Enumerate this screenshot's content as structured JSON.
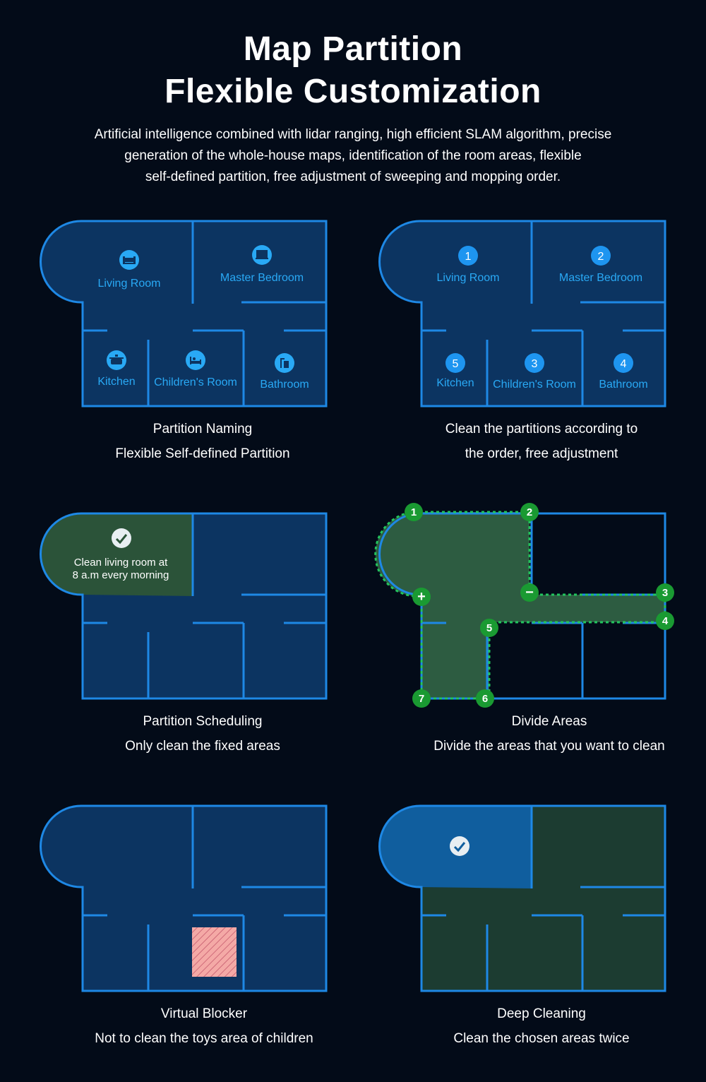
{
  "header": {
    "title_line1": "Map Partition",
    "title_line2": "Flexible Customization",
    "intro_lines": [
      "Artificial intelligence combined with lidar ranging, high efficient SLAM algorithm, precise",
      "generation of the whole-house maps, identification of the room areas, flexible",
      "self-defined partition, free adjustment of sweeping and mopping order."
    ]
  },
  "panels": {
    "naming": {
      "rooms": {
        "living_room": "Living Room",
        "master_bedroom": "Master Bedroom",
        "kitchen": "Kitchen",
        "childrens_room": "Children's Room",
        "bathroom": "Bathroom"
      },
      "caption_title": "Partition Naming",
      "caption_sub": "Flexible Self-defined Partition"
    },
    "order": {
      "rooms": {
        "living_room": "Living Room",
        "master_bedroom": "Master Bedroom",
        "kitchen": "Kitchen",
        "childrens_room": "Children's Room",
        "bathroom": "Bathroom"
      },
      "order_numbers": {
        "living_room": "1",
        "master_bedroom": "2",
        "childrens_room": "3",
        "bathroom": "4",
        "kitchen": "5"
      },
      "caption_title": "Clean the partitions according to",
      "caption_sub": "the order, free adjustment"
    },
    "scheduling": {
      "note_line1": "Clean living room at",
      "note_line2": "8 a.m every morning",
      "caption_title": "Partition Scheduling",
      "caption_sub": "Only clean the fixed areas"
    },
    "divide": {
      "points": [
        "1",
        "2",
        "3",
        "4",
        "5",
        "6",
        "7"
      ],
      "add_symbol": "+",
      "remove_symbol": "−",
      "caption_title": "Divide Areas",
      "caption_sub": "Divide the areas that you want to clean"
    },
    "blocker": {
      "caption_title": "Virtual Blocker",
      "caption_sub": "Not to clean the toys area of children"
    },
    "deep": {
      "caption_title": "Deep Cleaning",
      "caption_sub": "Clean the chosen areas twice"
    }
  },
  "colors": {
    "background": "#030b18",
    "floor": "#0c3461",
    "wall": "#1e88e5",
    "label": "#29a9f5",
    "schedule_fill": "#2b5339",
    "divide_fill": "#2d5c41",
    "point_green": "#1a9a32",
    "blocker_fill": "#f4a9a6",
    "deep_highlight": "#105e9e",
    "deep_fill": "#1c3c31"
  }
}
